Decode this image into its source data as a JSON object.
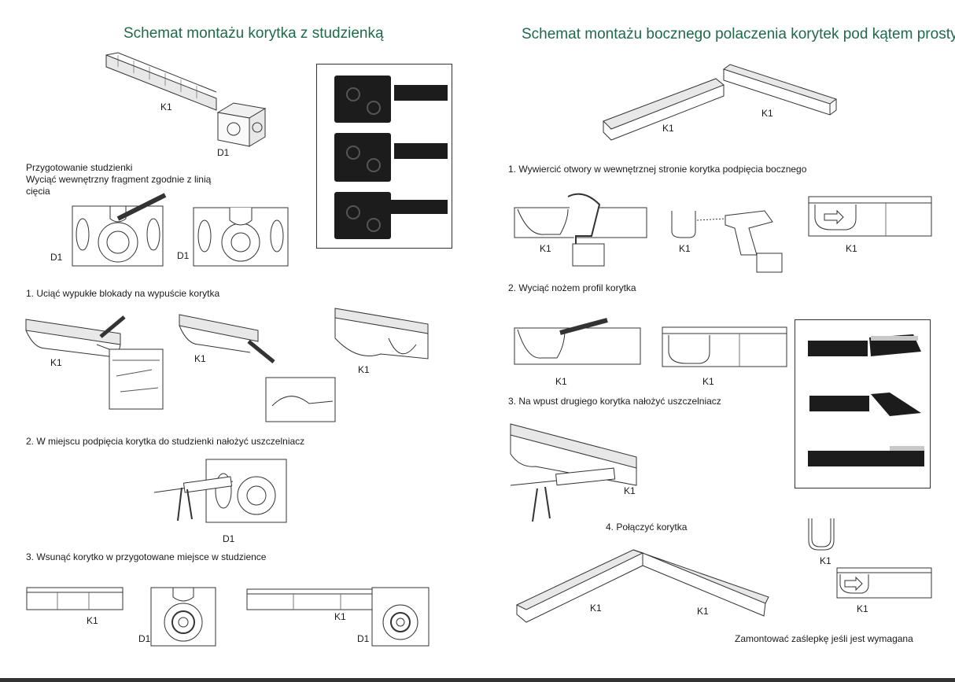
{
  "left": {
    "title": "Schemat montażu korytka z studzienką",
    "prep": {
      "line1": "Przygotowanie studzienki",
      "line2": "Wyciąć wewnętrzny fragment zgodnie z  linią",
      "line3": "cięcia"
    },
    "step1": "1. Uciąć wypukłe blokady na wypuście korytka",
    "step2": "2. W miejscu podpięcia korytka do studzienki nałożyć uszczelniacz",
    "step3": "3. Wsunąć korytko w przygotowane miejsce w studzience"
  },
  "right": {
    "title": "Schemat montażu bocznego polaczenia korytek pod kątem prostym",
    "step1": "1. Wywiercić otwory w wewnętrznej stronie korytka podpięcia bocznego",
    "step2": "2. Wyciąć nożem profil korytka",
    "step3": "3. Na wpust drugiego korytka nałożyć uszczelniacz",
    "step4": "4. Połączyć korytka",
    "note": "Zamontować zaślepkę jeśli jest wymagana"
  },
  "labels": {
    "k1": "K1",
    "d1": "D1"
  },
  "colors": {
    "title": "#1e6b4a",
    "line": "#333333",
    "photo_dark": "#1c1c1c"
  }
}
